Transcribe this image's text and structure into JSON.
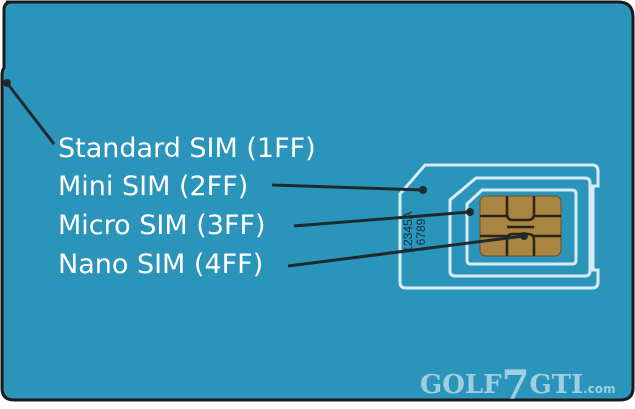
{
  "labels": {
    "standard": "Standard SIM (1FF)",
    "mini": "Mini SIM (2FF)",
    "micro": "Micro SIM (3FF)",
    "nano": "Nano SIM (4FF)"
  },
  "serial": {
    "line1": "12345A",
    "line2": "6789"
  },
  "watermark": {
    "part1": "GOLF",
    "seven": "7",
    "part2": "GTI",
    "suffix": ".com"
  },
  "colors": {
    "card": "#2a94bb",
    "outline": "#1a1a1a",
    "insert_lines": "#d6ecf5",
    "chip": "#a88540",
    "leader": "#1f2a30",
    "text": "#ffffff"
  }
}
